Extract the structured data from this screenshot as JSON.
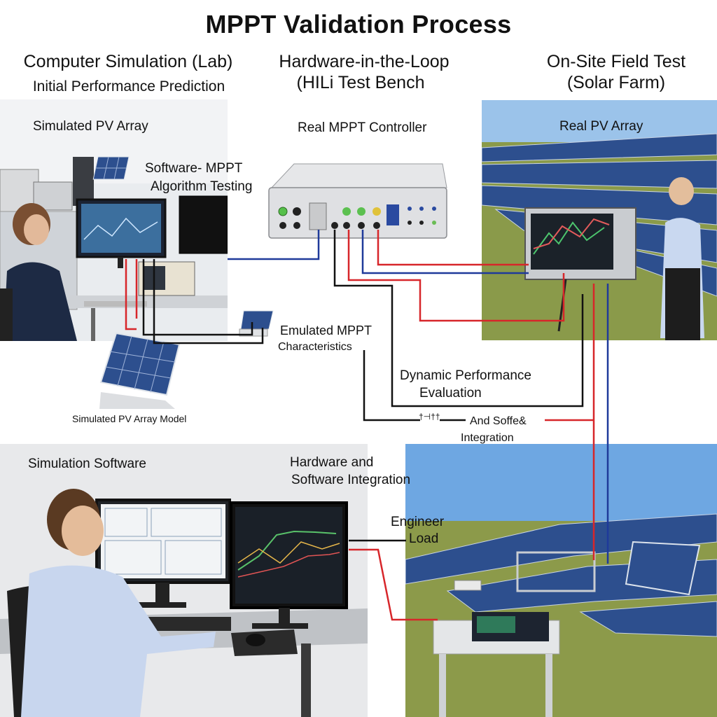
{
  "title": "MPPT Validation Process",
  "columns": {
    "lab_title": "Computer Simulation (Lab)",
    "lab_subtitle": "Initial Performance Prediction",
    "hil_title_line1": "Hardware-in-the-Loop",
    "hil_title_line2": "(HILi Test Bench",
    "field_title_line1": "On-Site Field Test",
    "field_title_line2": "(Solar Farm)"
  },
  "labels": {
    "simulated_pv_array": "Simulated PV Array",
    "software_mppt_line1": "Software- MPPT",
    "software_mppt_line2": "Algorithm Testing",
    "real_mppt_controller": "Real MPPT Controller",
    "real_pv_array": "Real PV Array",
    "emulated_mppt_line1": "Emulated MPPT",
    "emulated_mppt_line2": "Characteristics",
    "dynamic_perf_line1": "Dynamic Performance",
    "dynamic_perf_line2": "Evaluation",
    "simulated_pv_model": "Simulated PV Array Model",
    "and_software_line1": "And Soffe&",
    "and_software_line2": "Integration",
    "simulation_software": "Simulation Software",
    "hw_sw_line1": "Hardware and",
    "hw_sw_line2": "Software Integration",
    "engineer_line1": "Engineer",
    "engineer_line2": "Load",
    "junction_glyph": "†⊣††"
  },
  "colors": {
    "red_wire": "#d7262a",
    "blue_wire": "#1f3a9a",
    "black_wire": "#111111",
    "sky": "#7fb0e4",
    "panel": "#2d4f8e",
    "grass": "#8a9a4a"
  }
}
